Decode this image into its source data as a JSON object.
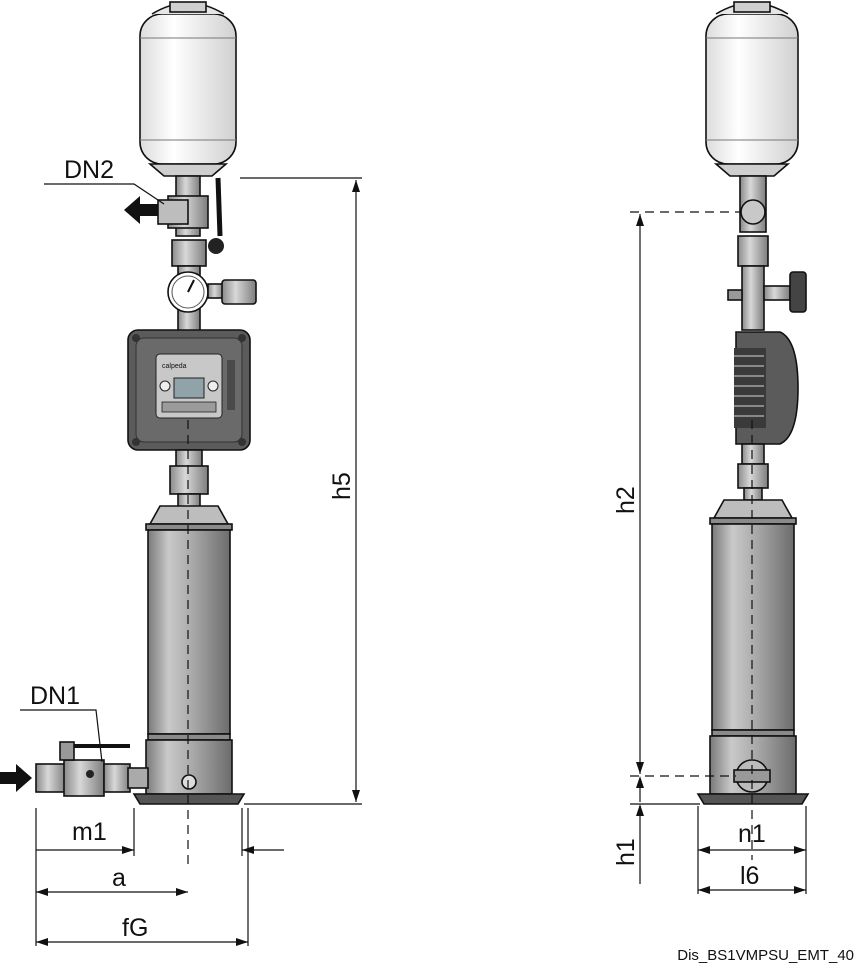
{
  "labels": {
    "dn2": "DN2",
    "dn1": "DN1",
    "h5": "h5",
    "h2": "h2",
    "h1": "h1",
    "m1": "m1",
    "a": "a",
    "fG": "fG",
    "n1": "n1",
    "l6": "l6"
  },
  "caption": "Dis_BS1VMPSU_EMT_40",
  "controller": {
    "brand": "calpeda"
  },
  "colors": {
    "tank": "#f2f2f2",
    "pump_body": "#9a9a9a",
    "controller": "#5b5b5b",
    "arrow": "#111111"
  }
}
